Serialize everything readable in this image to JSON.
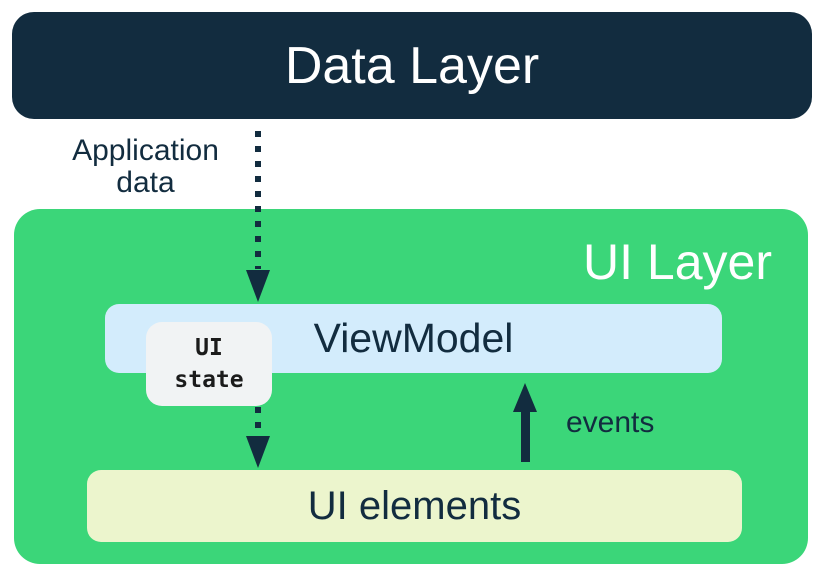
{
  "colors": {
    "navy": "#122C3F",
    "green": "#3BD679",
    "light_blue": "#D3ECFC",
    "cream": "#ECF5CD",
    "badge_bg": "#F1F3F4",
    "badge_text": "#1B1B1B",
    "white": "#FFFFFF"
  },
  "data_layer": {
    "label": "Data Layer"
  },
  "ui_layer": {
    "label": "UI Layer",
    "viewmodel": {
      "label": "ViewModel",
      "ui_state_label": "UI\nstate"
    },
    "ui_elements": {
      "label": "UI elements"
    }
  },
  "flows": {
    "application_data": {
      "label": "Application\ndata",
      "from": "Data Layer",
      "to": "ViewModel",
      "style": "dotted"
    },
    "ui_state": {
      "from": "ViewModel",
      "to": "UI elements",
      "style": "dotted"
    },
    "events": {
      "label": "events",
      "from": "UI elements",
      "to": "ViewModel",
      "style": "solid"
    }
  }
}
